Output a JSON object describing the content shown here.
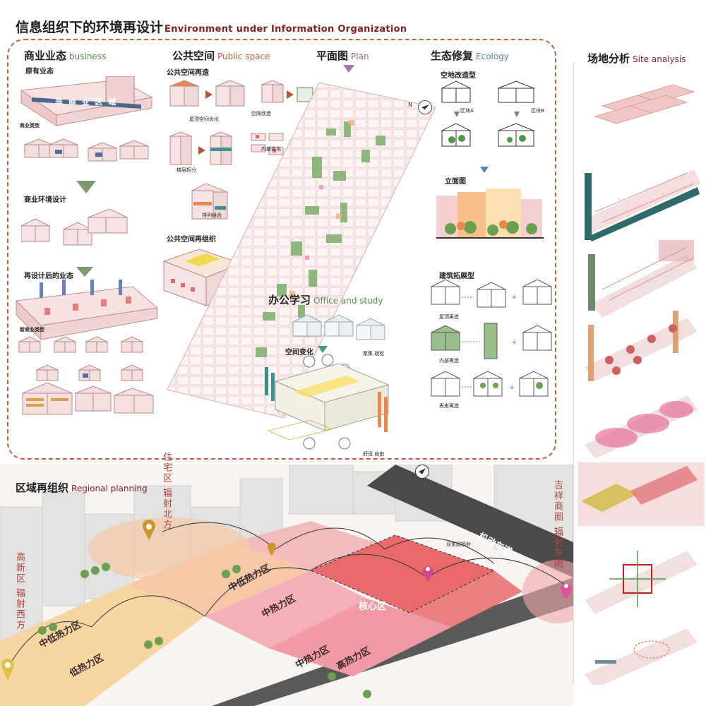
{
  "title": {
    "cn": "信息组织下的环境再设计",
    "en": "Environment under Information Organization"
  },
  "business": {
    "cn": "商业业态",
    "en": "business",
    "original": "原有业态",
    "banner": "非 商 业 区 域",
    "types": "商业类型",
    "env_design": "商业环境设计",
    "redesigned": "再设计后的业态",
    "new_types": "新商业类型"
  },
  "public": {
    "cn": "公共空间",
    "en": "Public space",
    "rebuild": "公共空间再造",
    "roof": "屋顶空间优化",
    "floor": "楼层拆分",
    "arrange": "排列组合",
    "void": "空隙改造",
    "interior": "内部优化",
    "reorg": "公共空间再组织"
  },
  "plan": {
    "cn": "平面图",
    "en": "Plan"
  },
  "ecology": {
    "cn": "生态修复",
    "en": "Ecology",
    "site": "空地改造型",
    "zone_a": "区块A",
    "zone_b": "区块B",
    "elevation": "立面图",
    "expand": "建筑拓展型",
    "roof_mod": "屋顶再造",
    "inner_mod": "内部再造",
    "facade_mod": "表皮再造"
  },
  "office": {
    "cn": "办公学习",
    "en": "Office and study",
    "gather": "聚集 疏松",
    "space_change": "空间变化",
    "free": "舒适 自由"
  },
  "site_analysis": {
    "cn": "场地分析",
    "en": "Site analysis"
  },
  "regional": {
    "cn": "区域再组织",
    "en": "Regional planning",
    "north": "住宅区 辐射北方",
    "west": "高新区 辐射西方",
    "east": "吉祥商圈 辐射东南",
    "core": "核心区",
    "mid_high_1": "中低热力区",
    "mid_high_2": "中热力区",
    "mid_high_3": "中低热力区",
    "low": "低热力区",
    "mid": "中热力区",
    "high": "高热力区",
    "road": "机动车道",
    "radiate": "双重圈辐射"
  },
  "colors": {
    "accent": "#8a1e24",
    "frame": "#c0613c",
    "core": "#e96a6a",
    "mid": "#f3a5a5",
    "low": "#f8d0b6"
  },
  "icons": [
    "north-arrow-icon",
    "location-pin-icon"
  ]
}
